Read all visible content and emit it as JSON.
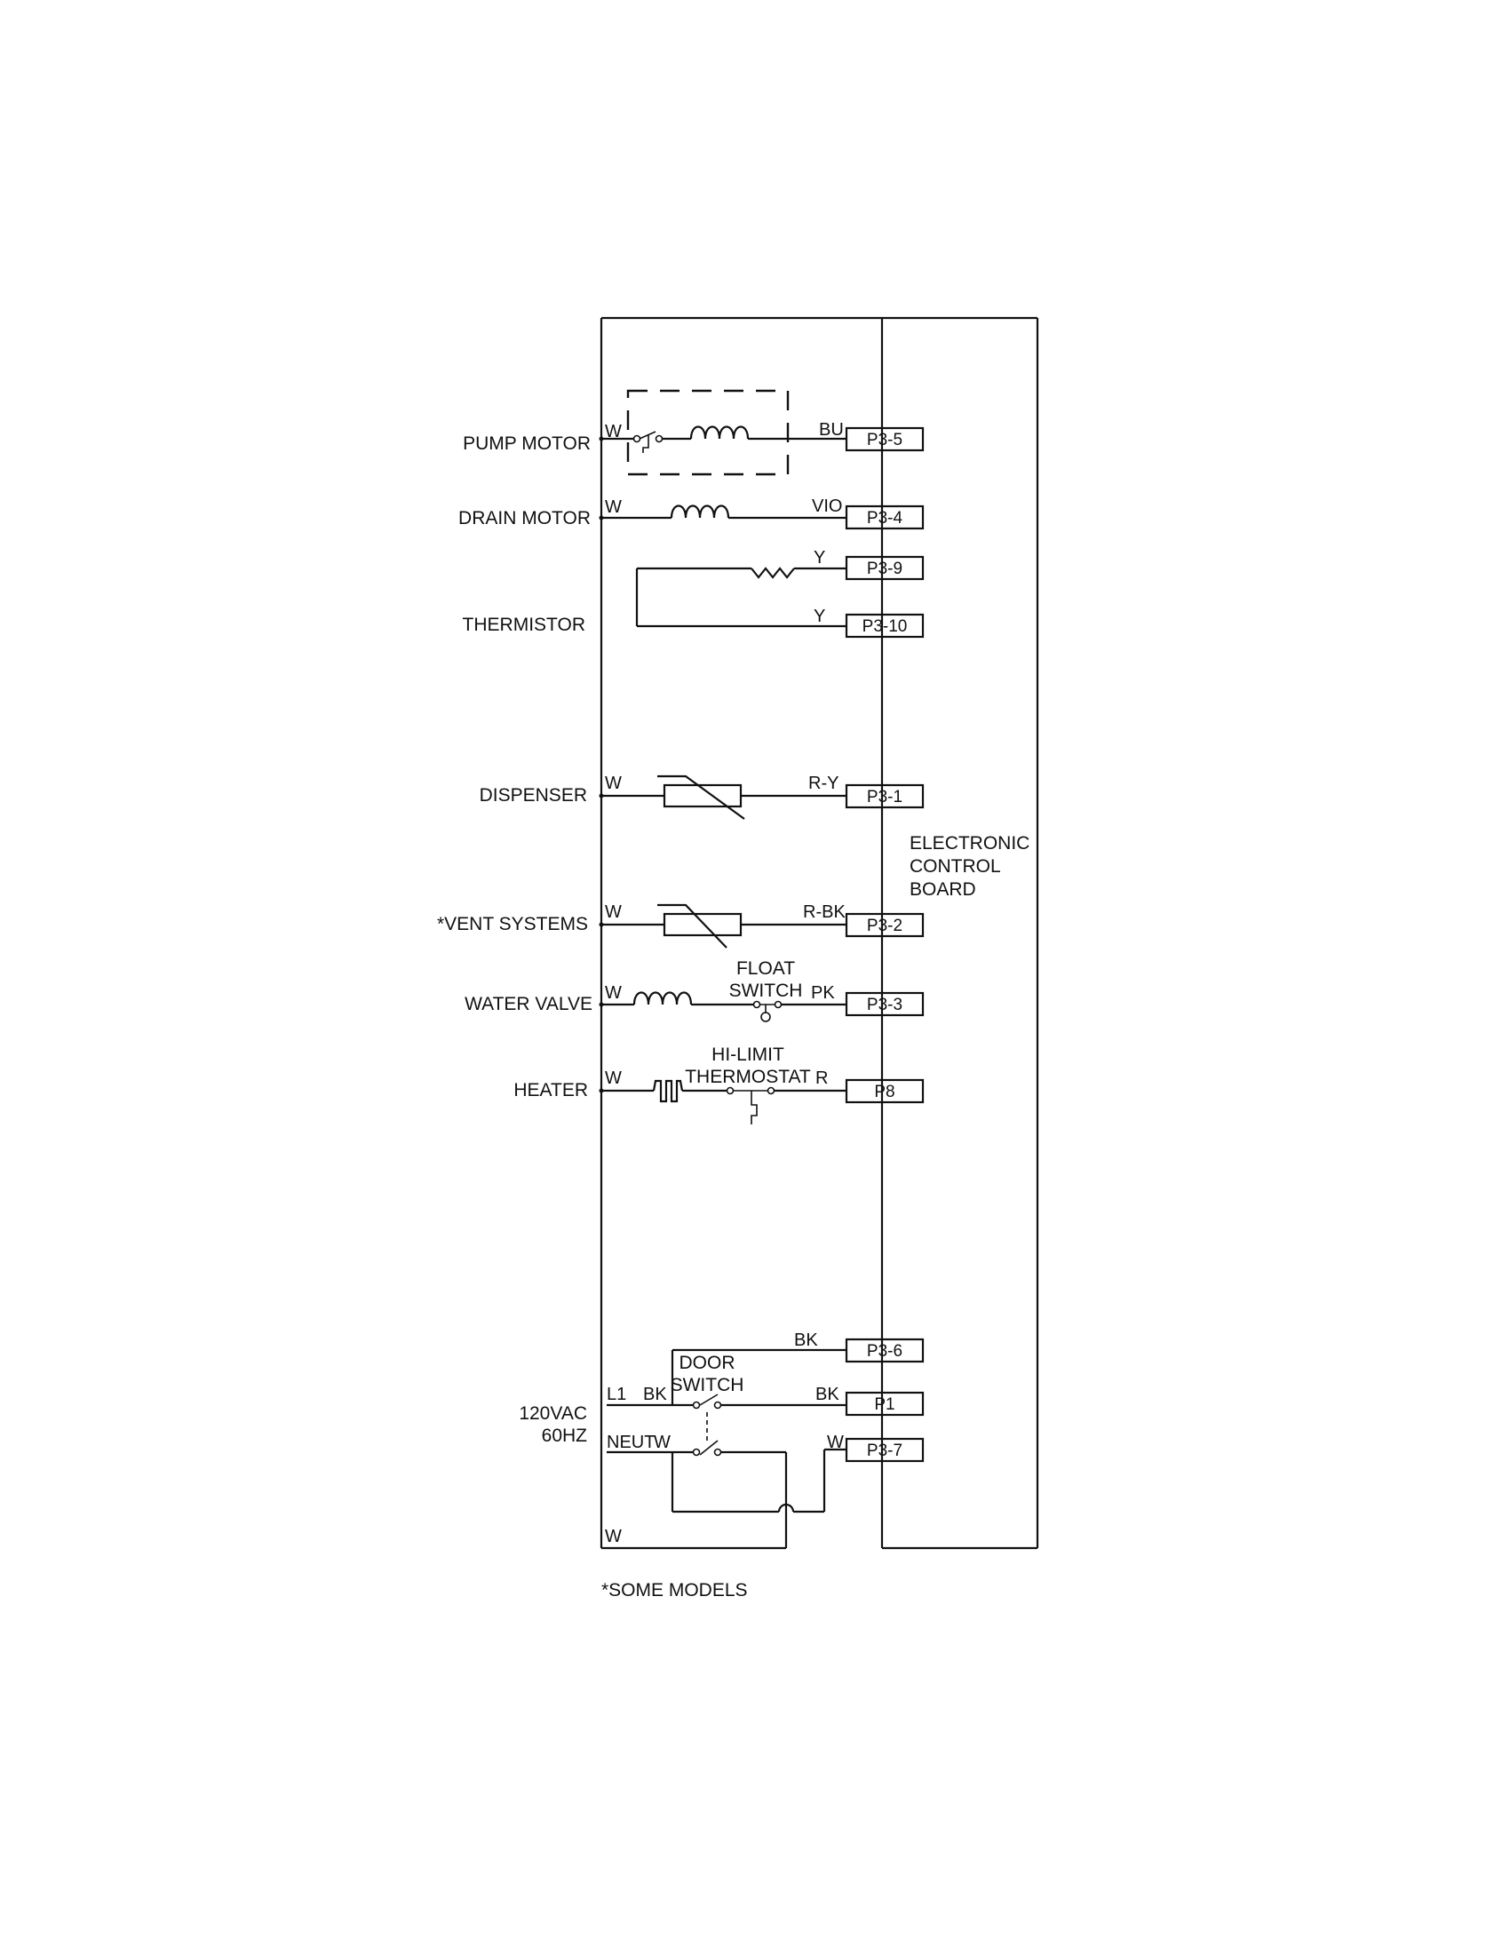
{
  "components": {
    "pump_motor": "PUMP MOTOR",
    "drain_motor": "DRAIN MOTOR",
    "thermistor": "THERMISTOR",
    "dispenser": "DISPENSER",
    "vent_systems": "*VENT SYSTEMS",
    "water_valve": "WATER VALVE",
    "heater": "HEATER",
    "power_line1": "120VAC",
    "power_line2": "60HZ",
    "control_board_line1": "ELECTRONIC",
    "control_board_line2": "CONTROL",
    "control_board_line3": "BOARD",
    "float_switch_line1": "FLOAT",
    "float_switch_line2": "SWITCH",
    "hi_limit_line1": "HI-LIMIT",
    "hi_limit_line2": "THERMOSTAT",
    "door_switch_line1": "DOOR",
    "door_switch_line2": "SWITCH"
  },
  "wires": {
    "pump_w": "W",
    "pump_bu": "BU",
    "drain_w": "W",
    "drain_vio": "VIO",
    "therm_y1": "Y",
    "therm_y2": "Y",
    "disp_w": "W",
    "disp_ry": "R-Y",
    "vent_w": "W",
    "vent_rbk": "R-BK",
    "valve_w": "W",
    "valve_pk": "PK",
    "heater_w": "W",
    "heater_r": "R",
    "bk_p36": "BK",
    "l1": "L1",
    "l1_bk": "BK",
    "p1_bk": "BK",
    "neut": "NEUT",
    "neut_w": "W",
    "p37_w": "W",
    "bottom_w": "W"
  },
  "connectors": {
    "p3_5": "P3-5",
    "p3_4": "P3-4",
    "p3_9": "P3-9",
    "p3_10": "P3-10",
    "p3_1": "P3-1",
    "p3_2": "P3-2",
    "p3_3": "P3-3",
    "p8": "P8",
    "p3_6": "P3-6",
    "p1": "P1",
    "p3_7": "P3-7"
  },
  "footnote": "*SOME MODELS"
}
